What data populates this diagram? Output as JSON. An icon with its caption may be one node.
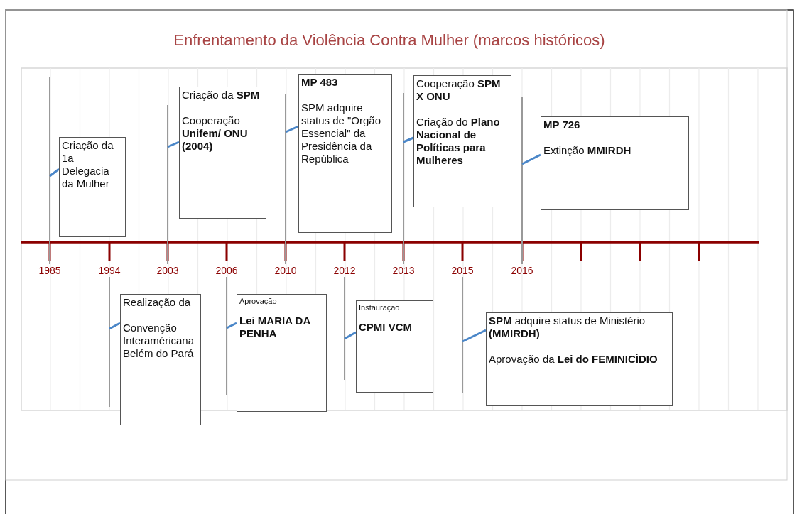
{
  "diagram": {
    "title": "Enfrentamento da Violência Contra Mulher (marcos históricos)",
    "nodes": [
      {
        "text": [
          "Criação da 1a Delegacia da Mulher"
        ]
      },
      {
        "text": [
          "Criação da **SPM**",
          "Cooperação **Unifem/ ONU (2004)**"
        ]
      },
      {
        "text": [
          "**MP 483**",
          "SPM adquire status de \"Orgão Essencial\" da Presidência da República"
        ]
      },
      {
        "text": [
          "Cooperação **SPM X ONU**",
          "Criação do **Plano Nacional de Políticas para Mulheres**"
        ]
      },
      {
        "text": [
          "**MP 726**",
          "Extinção **MMIRDH**"
        ]
      },
      {
        "text": [
          "Realização da",
          "Convenção Interaméricana Belém do Pará"
        ]
      },
      {
        "text": [
          "Aprovação",
          "**Lei MARIA DA PENHA**"
        ]
      },
      {
        "text": [
          "Instauração",
          "**CPMI VCM**"
        ]
      },
      {
        "text": [
          "**SPM** adquire status de Ministério **(MMIRDH)**",
          "Aprovação da **Lei do FEMINICÍDIO**"
        ]
      },
      {
        "text": [
          "1985"
        ]
      },
      {
        "text": [
          "1994"
        ]
      },
      {
        "text": [
          "2003"
        ]
      },
      {
        "text": [
          "2006"
        ]
      },
      {
        "text": [
          "2010"
        ]
      },
      {
        "text": [
          "2012"
        ]
      },
      {
        "text": [
          "2013"
        ]
      },
      {
        "text": [
          "2015"
        ]
      },
      {
        "text": [
          "2016"
        ]
      }
    ],
    "edges": [
      {
        "from": 9,
        "to": 0,
        "arrow": "none"
      },
      {
        "from": 10,
        "to": 5,
        "arrow": "none"
      },
      {
        "from": 11,
        "to": 1,
        "arrow": "none"
      },
      {
        "from": 12,
        "to": 6,
        "arrow": "none"
      },
      {
        "from": 13,
        "to": 2,
        "arrow": "none"
      },
      {
        "from": 14,
        "to": 7,
        "arrow": "none"
      },
      {
        "from": 15,
        "to": 3,
        "arrow": "none"
      },
      {
        "from": 16,
        "to": 8,
        "arrow": "none"
      },
      {
        "from": 17,
        "to": 4,
        "arrow": "none"
      }
    ]
  }
}
